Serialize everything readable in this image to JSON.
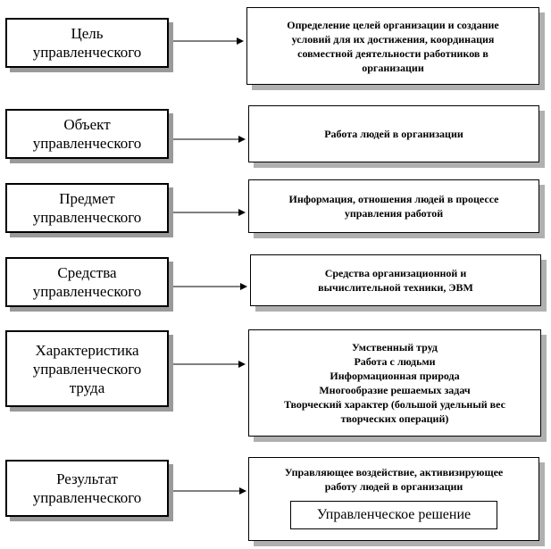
{
  "rows": [
    {
      "left": [
        "Цель",
        "управленческого"
      ],
      "right": [
        "Определение целей организации и создание",
        "условий для их достижения, координация",
        "совместной деятельности работников в",
        "организации"
      ]
    },
    {
      "left": [
        "Объект",
        "управленческого"
      ],
      "right": [
        "Работа людей в организации"
      ]
    },
    {
      "left": [
        "Предмет",
        "управленческого"
      ],
      "right": [
        "Информация, отношения людей в процессе",
        "управления работой"
      ]
    },
    {
      "left": [
        "Средства",
        "управленческого"
      ],
      "right": [
        "Средства организационной и",
        "вычислительной техники, ЭВМ"
      ]
    },
    {
      "left": [
        "Характеристика",
        "управленческого",
        "труда"
      ],
      "right": [
        "Умственный труд",
        "Работа с людьми",
        "Информационная природа",
        "Многообразие решаемых задач",
        "Творческий характер (большой удельный вес",
        "творческих операций)"
      ]
    },
    {
      "left": [
        "Результат",
        "управленческого"
      ],
      "right": [
        "Управляющее воздействие, активизирующее",
        "работу людей в организации"
      ],
      "decision": "Управленческое решение"
    }
  ]
}
